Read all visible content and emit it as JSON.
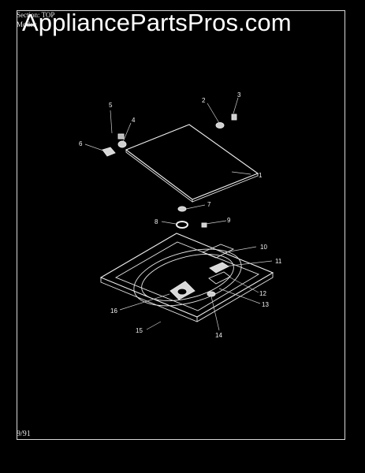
{
  "header": {
    "section_line": "Section: TOP",
    "model_line": "Model:"
  },
  "watermark": "AppliancePartsPros.com",
  "footer": {
    "date": "9/91"
  },
  "callouts": [
    {
      "id": "c1",
      "label": "1"
    },
    {
      "id": "c2",
      "label": "2"
    },
    {
      "id": "c3",
      "label": "3"
    },
    {
      "id": "c4",
      "label": "4"
    },
    {
      "id": "c5",
      "label": "5"
    },
    {
      "id": "c6",
      "label": "6"
    },
    {
      "id": "c7",
      "label": "7"
    },
    {
      "id": "c8",
      "label": "8"
    },
    {
      "id": "c9",
      "label": "9"
    },
    {
      "id": "c10",
      "label": "10"
    },
    {
      "id": "c11",
      "label": "11"
    },
    {
      "id": "c12",
      "label": "12"
    },
    {
      "id": "c13",
      "label": "13"
    },
    {
      "id": "c14",
      "label": "14"
    },
    {
      "id": "c15",
      "label": "15"
    },
    {
      "id": "c16",
      "label": "16"
    }
  ]
}
